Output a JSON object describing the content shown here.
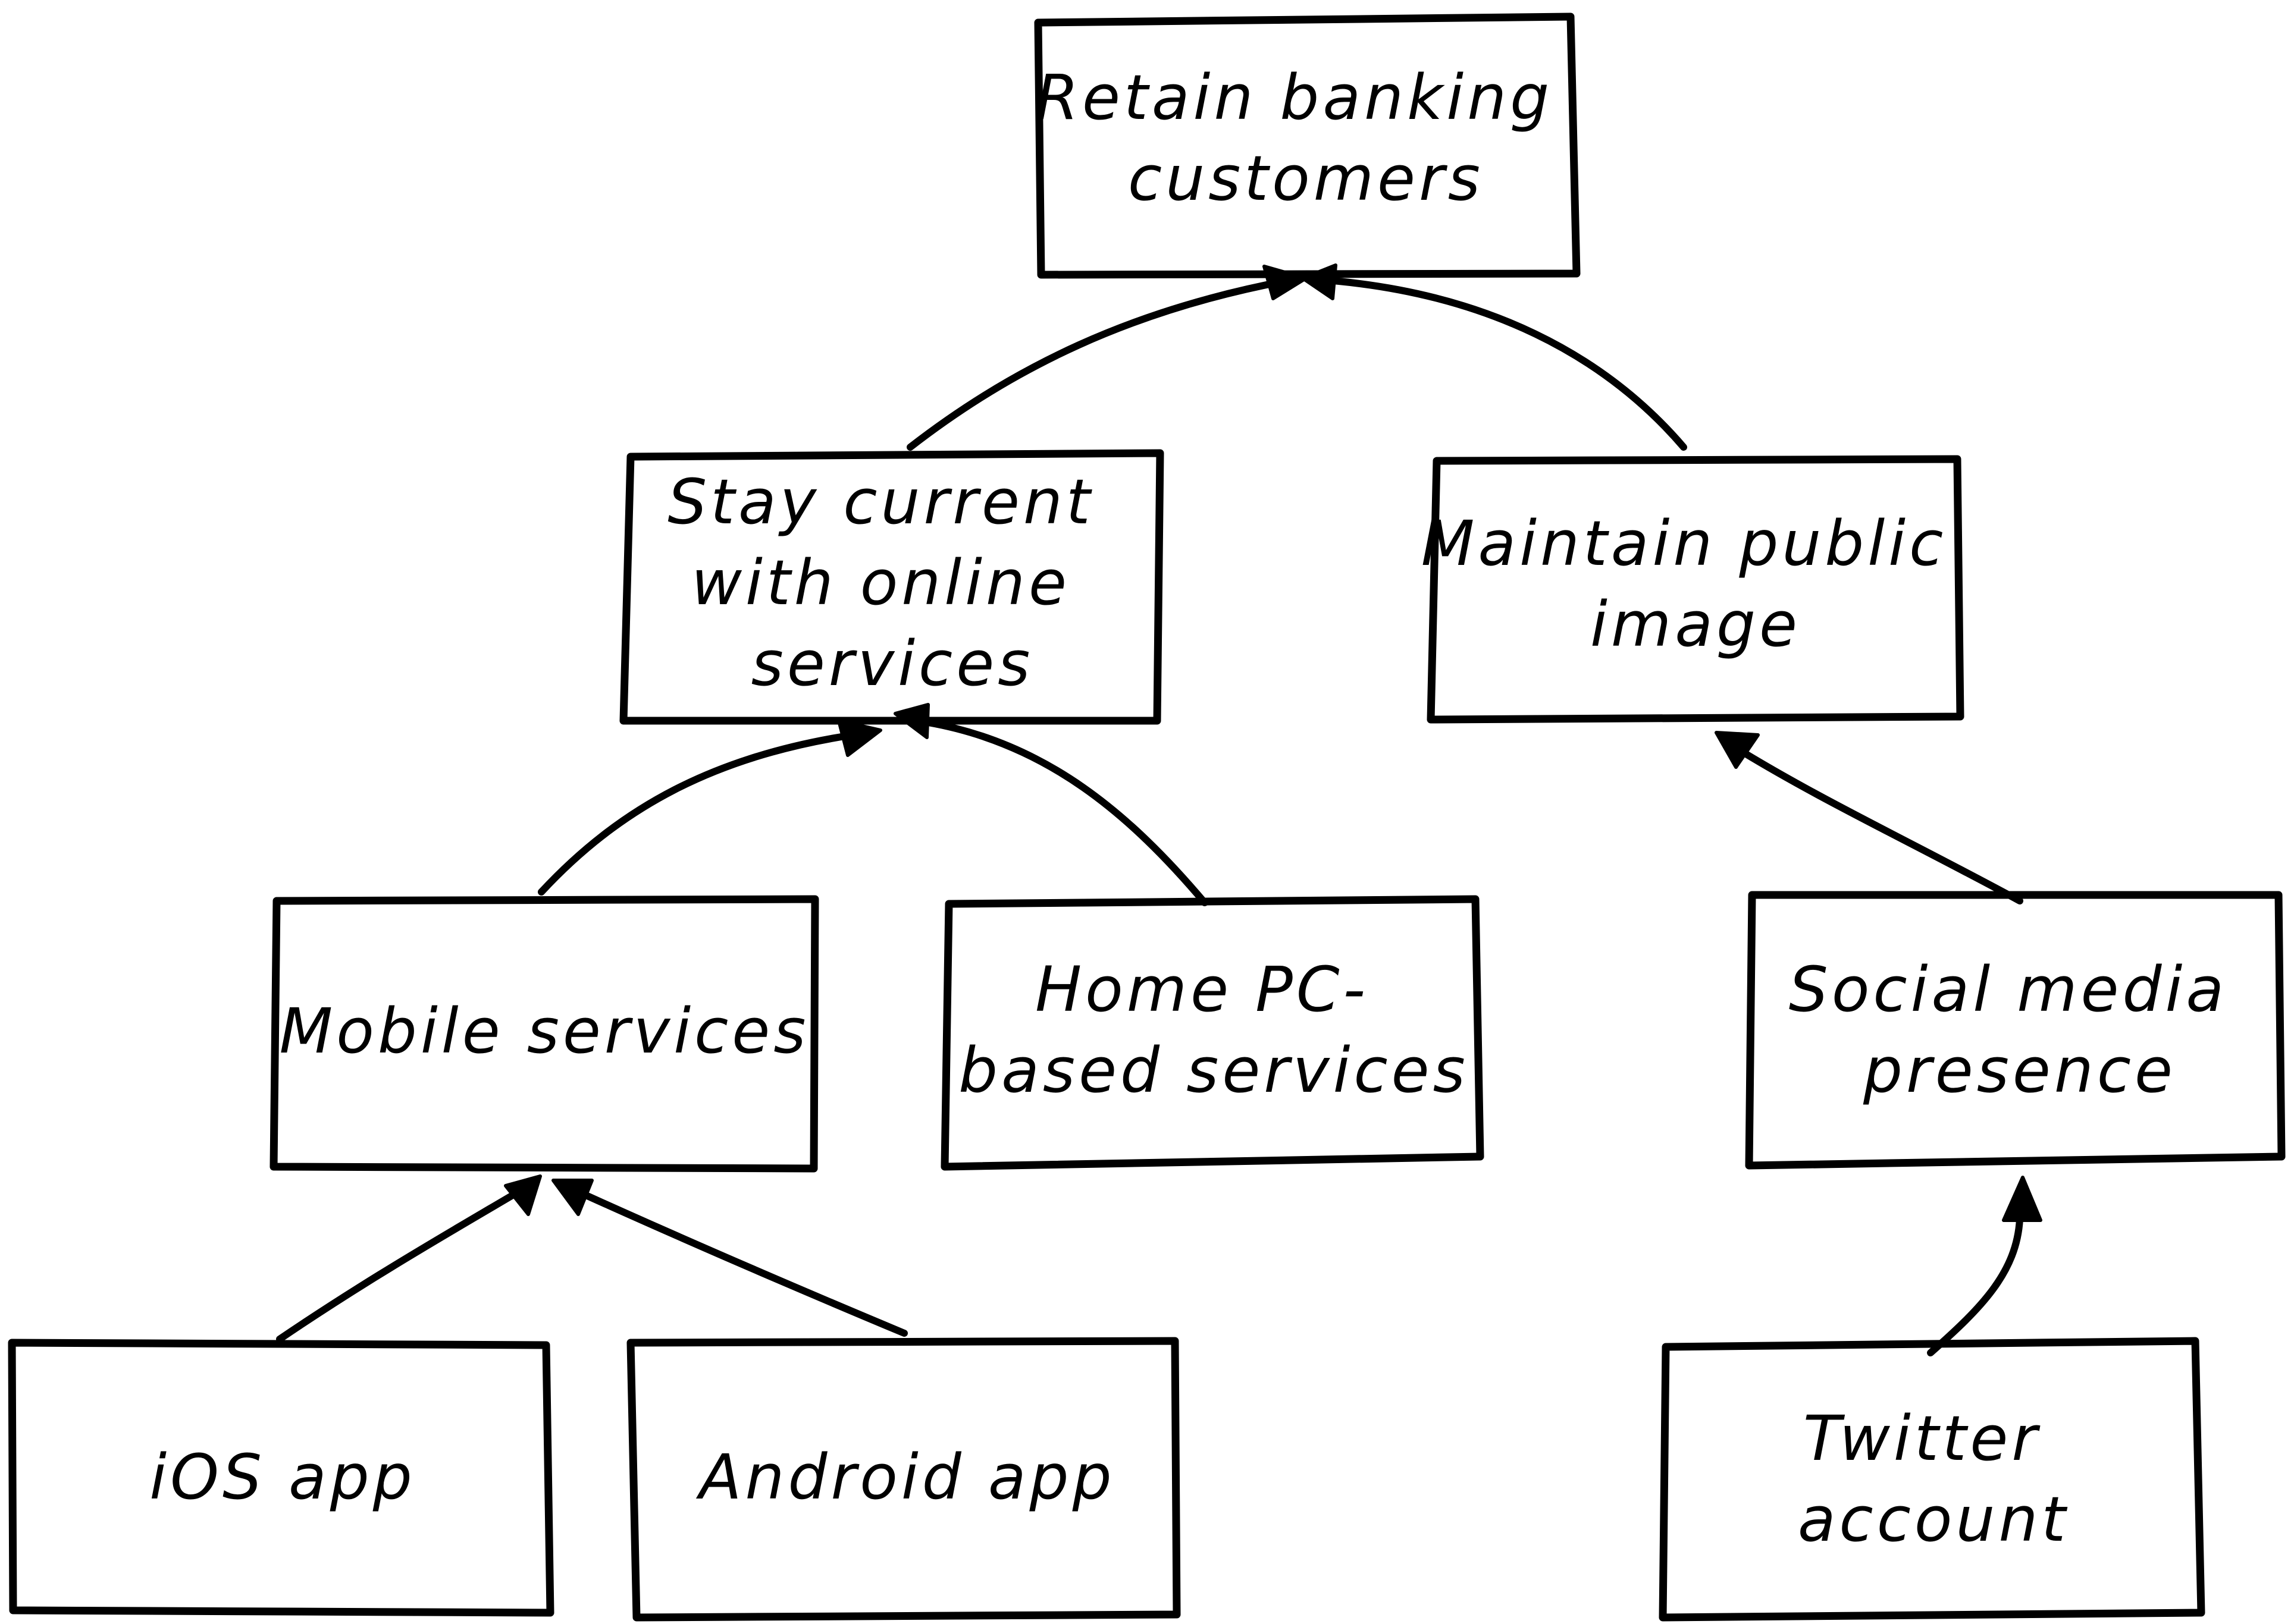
{
  "nodes": {
    "retain": {
      "lines": [
        "Retain banking",
        "customers"
      ]
    },
    "stay": {
      "lines": [
        "Stay current",
        "with online",
        "services"
      ]
    },
    "maintain": {
      "lines": [
        "Maintain public",
        "image"
      ]
    },
    "mobile": {
      "lines": [
        "Mobile services"
      ]
    },
    "homepc": {
      "lines": [
        "Home PC-",
        "based services"
      ]
    },
    "social": {
      "lines": [
        "Social media",
        "presence"
      ]
    },
    "ios": {
      "lines": [
        "iOS app"
      ]
    },
    "android": {
      "lines": [
        "Android app"
      ]
    },
    "twitter": {
      "lines": [
        "Twitter",
        "account"
      ]
    }
  },
  "edges": [
    {
      "from": "stay",
      "to": "retain"
    },
    {
      "from": "maintain",
      "to": "retain"
    },
    {
      "from": "mobile",
      "to": "stay"
    },
    {
      "from": "homepc",
      "to": "stay"
    },
    {
      "from": "social",
      "to": "maintain"
    },
    {
      "from": "ios",
      "to": "mobile"
    },
    {
      "from": "android",
      "to": "mobile"
    },
    {
      "from": "twitter",
      "to": "social"
    }
  ]
}
